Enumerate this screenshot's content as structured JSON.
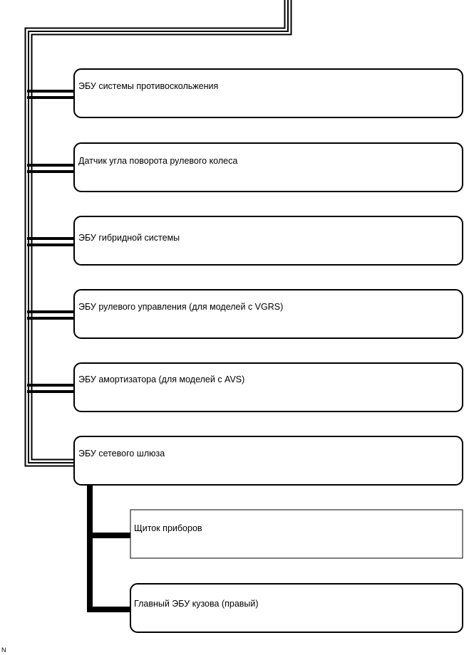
{
  "diagram": {
    "nodes": [
      {
        "id": "abs",
        "label": "ЭБУ системы противоскольжения"
      },
      {
        "id": "steer-sensor",
        "label": "Датчик угла поворота рулевого колеса"
      },
      {
        "id": "hybrid",
        "label": "ЭБУ гибридной системы"
      },
      {
        "id": "vgrs",
        "label": "ЭБУ рулевого управления (для моделей с VGRS)"
      },
      {
        "id": "avs",
        "label": "ЭБУ амортизатора (для моделей с AVS)"
      },
      {
        "id": "gateway",
        "label": "ЭБУ сетевого шлюза"
      },
      {
        "id": "meter",
        "label": "Щиток приборов"
      },
      {
        "id": "body",
        "label": "Главный ЭБУ кузова (правый)"
      }
    ],
    "corner_mark": "N"
  }
}
